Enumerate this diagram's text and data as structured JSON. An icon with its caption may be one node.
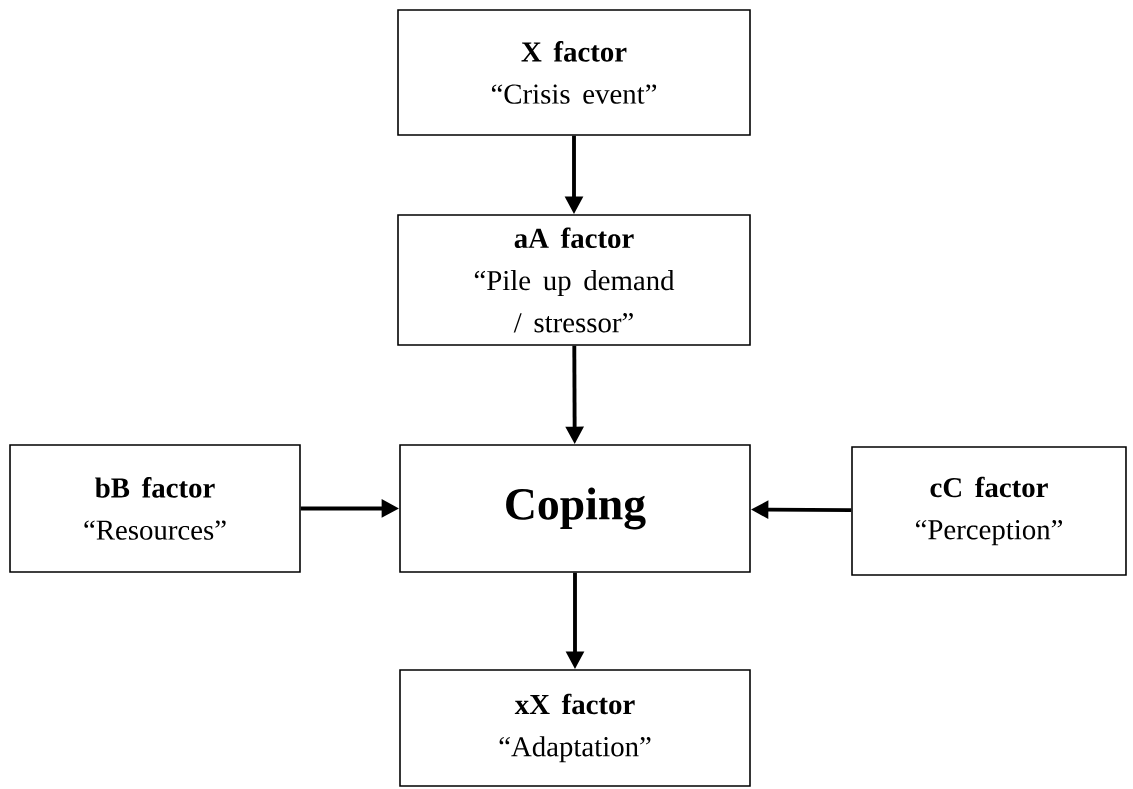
{
  "diagram": {
    "nodes": [
      {
        "text": [
          "X factor",
          "“Crisis event”"
        ]
      },
      {
        "text": [
          "aA factor",
          "“Pile up demand / stressor”"
        ]
      },
      {
        "text": [
          "bB factor",
          "“Resources”"
        ]
      },
      {
        "text": [
          "Coping"
        ]
      },
      {
        "text": [
          "cC factor",
          "“Perception”"
        ]
      },
      {
        "text": [
          "xX factor",
          "“Adaptation”"
        ]
      }
    ],
    "edges": [
      {
        "from": 0,
        "to": 1,
        "arrow": "to"
      },
      {
        "from": 1,
        "to": 3,
        "arrow": "to"
      },
      {
        "from": 2,
        "to": 3,
        "arrow": "to"
      },
      {
        "from": 4,
        "to": 3,
        "arrow": "to"
      },
      {
        "from": 3,
        "to": 5,
        "arrow": "to"
      }
    ]
  }
}
